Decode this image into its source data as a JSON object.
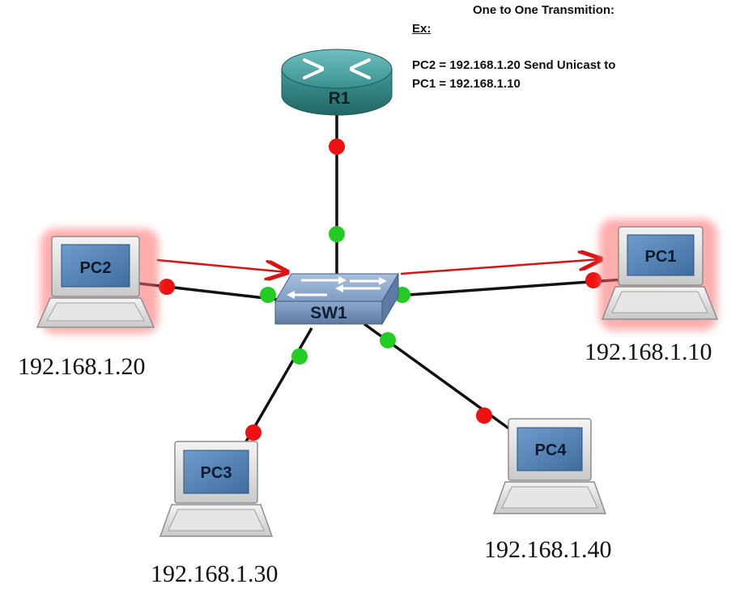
{
  "notes": {
    "title": "One to One Transmition:",
    "ex": "Ex:",
    "line1": "PC2 = 192.168.1.20 Send Unicast to",
    "line2": "PC1 = 192.168.1.10"
  },
  "devices": {
    "router": "R1",
    "switch": "SW1",
    "pc1": "PC1",
    "pc2": "PC2",
    "pc3": "PC3",
    "pc4": "PC4"
  },
  "ips": {
    "pc1": "192.168.1.10",
    "pc2": "192.168.1.20",
    "pc3": "192.168.1.30",
    "pc4": "192.168.1.40"
  },
  "colors": {
    "link": "#111111",
    "port_up": "#22cc22",
    "port_down": "#ee1111",
    "arrow": "#dd1111",
    "highlight": "#ff6b6b",
    "router_body": "#3f9a9a",
    "switch_body": "#7f9cc2",
    "screen": "#4f7fb5"
  }
}
